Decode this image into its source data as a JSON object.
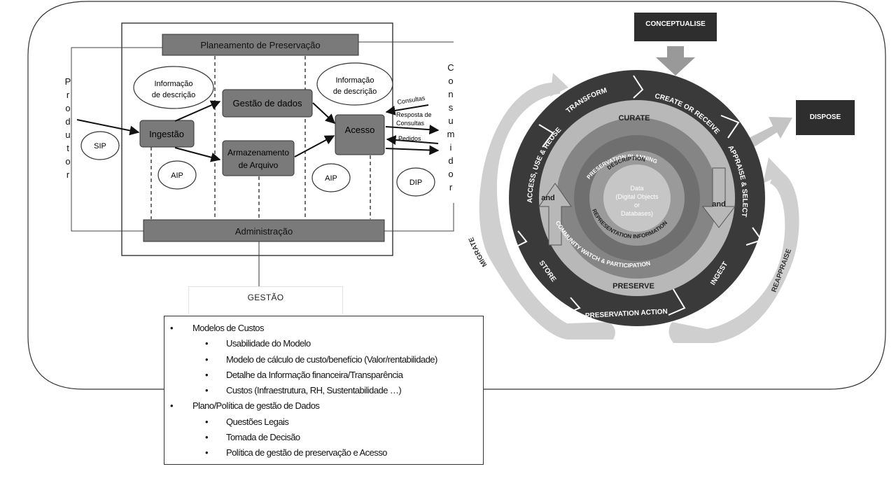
{
  "oais": {
    "planning": "Planeamento de Preservação",
    "admin": "Administração",
    "producer_letters": [
      "P",
      "r",
      "o",
      "d",
      "u",
      "t",
      "o",
      "r"
    ],
    "consumer_letters": [
      "C",
      "o",
      "n",
      "s",
      "u",
      "m",
      "i",
      "d",
      "o",
      "r"
    ],
    "info_desc_left": [
      "Informação",
      "de descrição"
    ],
    "info_desc_right": [
      "Informação",
      "de descrição"
    ],
    "ingest": "Ingestão",
    "data_mgmt": "Gestão de dados",
    "storage": [
      "Armazenamento",
      "de Arquivo"
    ],
    "access": "Acesso",
    "sip": "SIP",
    "aip_left": "AIP",
    "aip_right": "AIP",
    "dip": "DIP",
    "queries": "Consultas",
    "query_response": [
      "Resposta de",
      "Consultas"
    ],
    "orders": "Pedidos"
  },
  "gestao_label": "GESTÃO",
  "bullets": [
    {
      "level": 0,
      "text": "Modelos de Custos"
    },
    {
      "level": 1,
      "text": "Usabilidade do Modelo"
    },
    {
      "level": 1,
      "text": "Modelo de cálculo de custo/benefício (Valor/rentabilidade)"
    },
    {
      "level": 1,
      "text": "Detalhe da Informação financeira/Transparência"
    },
    {
      "level": 1,
      "text": "Custos (Infraestrutura, RH, Sustentabilidade …)"
    },
    {
      "level": 0,
      "text": "Plano/Política de gestão de Dados"
    },
    {
      "level": 1,
      "text": "Questões Legais"
    },
    {
      "level": 1,
      "text": "Tomada de Decisão"
    },
    {
      "level": 1,
      "text": "Política de gestão de preservação e Acesso"
    }
  ],
  "dcc": {
    "conceptualise": "CONCEPTUALISE",
    "dispose": "DISPOSE",
    "transform": "TRANSFORM",
    "create_or_receive": "CREATE OR RECEIVE",
    "appraise_select": "APPRAISE & SELECT",
    "ingest": "INGEST",
    "preservation_action": "PRESERVATION ACTION",
    "store": "STORE",
    "access_use_reuse": "ACCESS, USE & REUSE",
    "curate": "CURATE",
    "preserve": "PRESERVE",
    "community_watch": "COMMUNITY WATCH & PARTICIPATION",
    "preservation_planning": "PRESERVATION PLANNING",
    "description": "DESCRIPTION",
    "representation_information": "REPRESENTATION INFORMATION",
    "data_center": [
      "Data",
      "(Digital Objects",
      "or",
      "Databases)"
    ],
    "and_left": "and",
    "and_right": "and",
    "migrate": "MIGRATE",
    "reappraise": "REAPPRAISE"
  },
  "colors": {
    "dark_ring": "#3a3a3a",
    "light_ring": "#b8b8b8",
    "mid_ring": "#858585",
    "inner_ring": "#9a9a9a",
    "center": "#c6c6c6",
    "box_fill": "#7a7a7a",
    "dark_box": "#2e2e2e"
  }
}
